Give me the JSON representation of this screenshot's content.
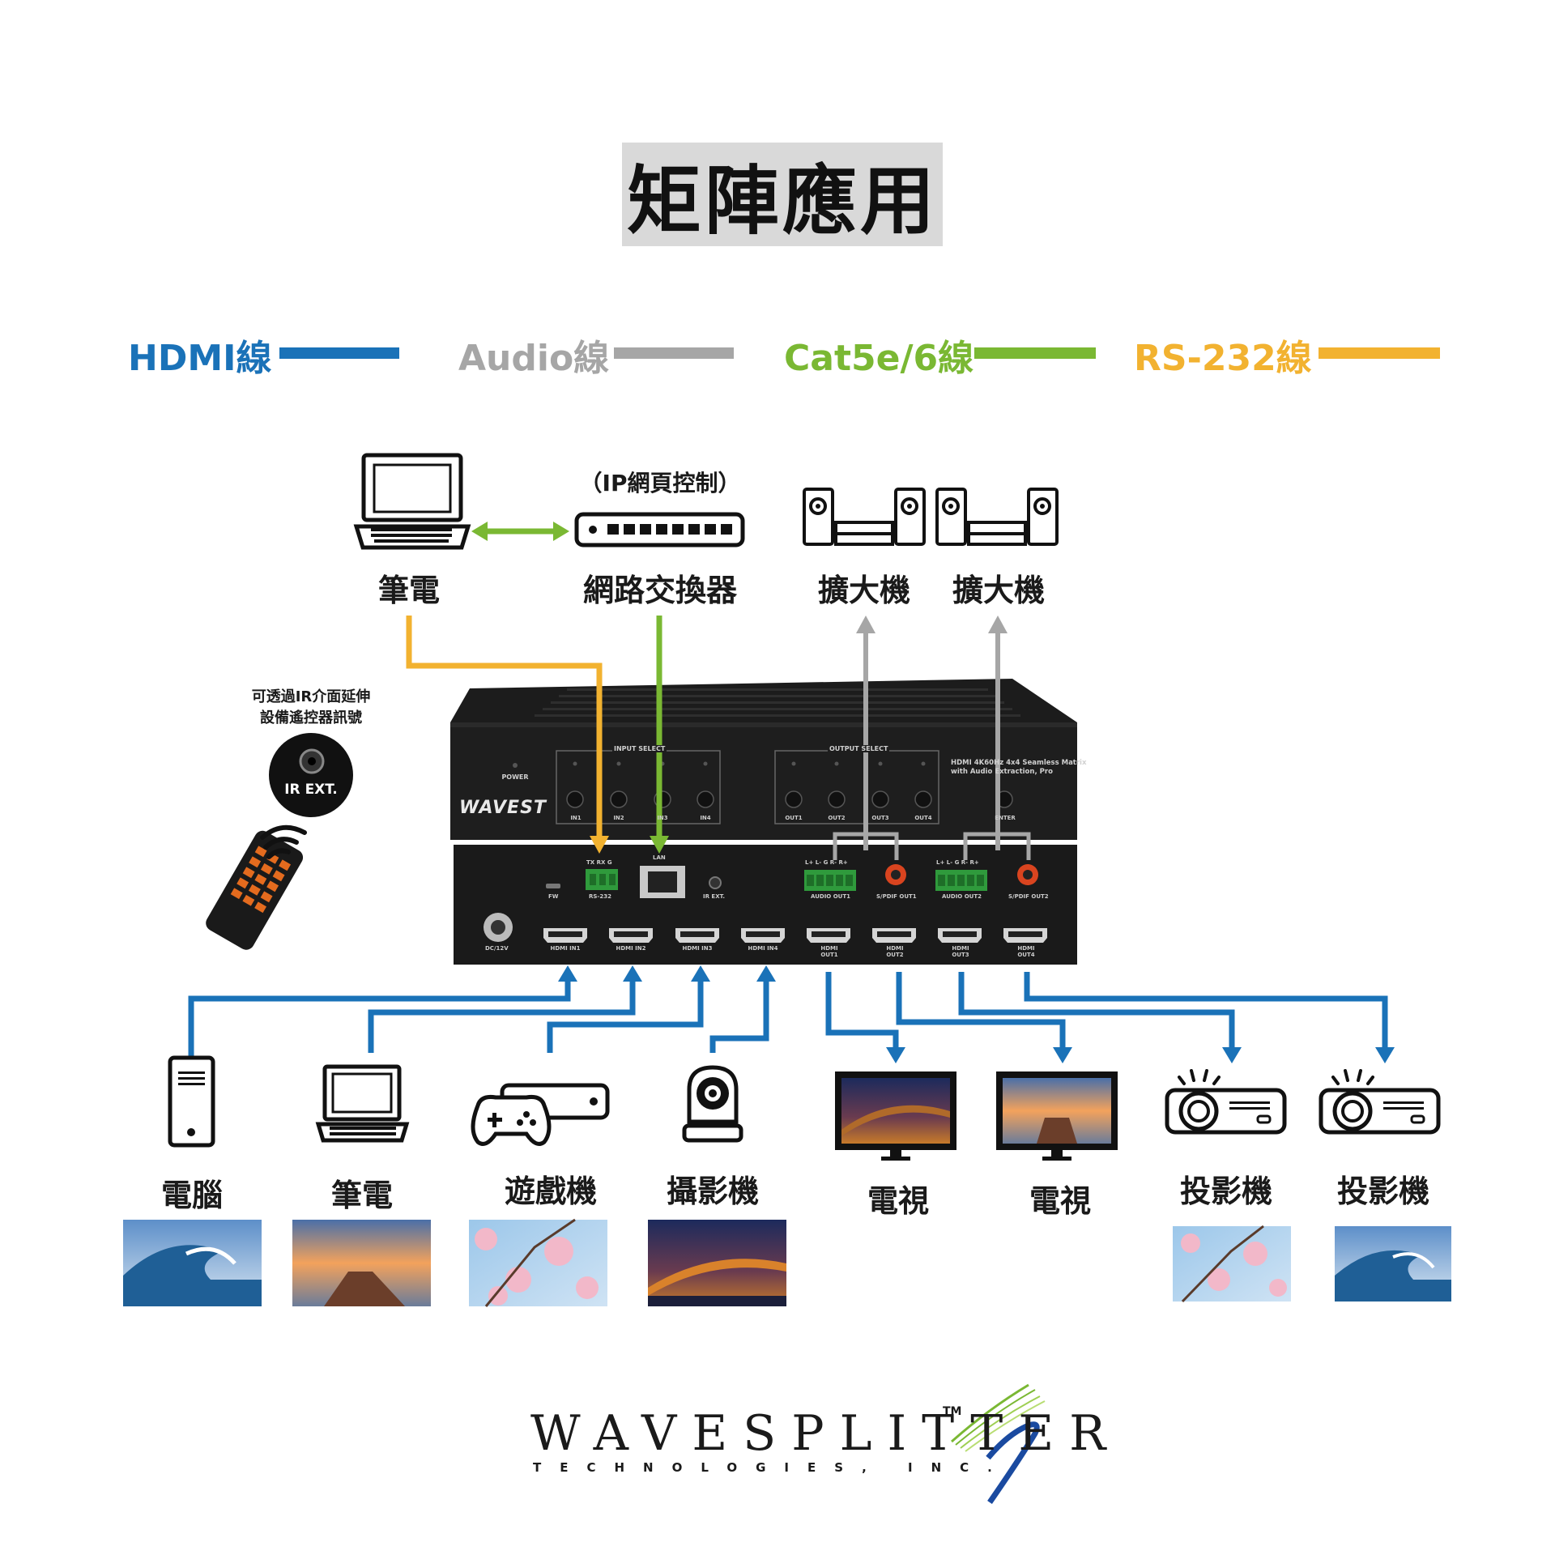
{
  "title": "矩陣應用",
  "legend": [
    {
      "label": "HDMI線",
      "color": "#1a72b8"
    },
    {
      "label": "Audio線",
      "color": "#a6a6a6"
    },
    {
      "label": "Cat5e/6線",
      "color": "#7ab833"
    },
    {
      "label": "RS-232線",
      "color": "#f2b230"
    }
  ],
  "top_devices": {
    "laptop": "筆電",
    "switch": "網路交換器",
    "switch_note": "（IP網頁控制）",
    "amp1": "擴大機",
    "amp2": "擴大機"
  },
  "ir_note_line1": "可透過IR介面延伸",
  "ir_note_line2": "設備遙控器訊號",
  "ir_ext": "IR EXT.",
  "device": {
    "brand": "WAVEST",
    "model_line1": "HDMI 4K60Hz 4x4 Seamless Matrix",
    "model_line2": "with Audio Extraction, Pro",
    "power": "POWER",
    "input_select": "INPUT SELECT",
    "output_select": "OUTPUT SELECT",
    "front_inputs": [
      "IN1",
      "IN2",
      "IN3",
      "IN4"
    ],
    "front_outputs": [
      "OUT1",
      "OUT2",
      "OUT3",
      "OUT4"
    ],
    "enter": "ENTER",
    "rs232_pins": "TX RX G",
    "rs232": "RS-232",
    "lan": "LAN",
    "fw": "FW",
    "ir_ext_port": "IR EXT.",
    "audio_pins": "L+ L- G R- R+",
    "audio_out1": "AUDIO OUT1",
    "spdif_out1": "S/PDIF OUT1",
    "audio_out2": "AUDIO OUT2",
    "spdif_out2": "S/PDIF OUT2",
    "dc": "DC/12V",
    "hdmi_ports": [
      "HDMI IN1",
      "HDMI IN2",
      "HDMI IN3",
      "HDMI IN4",
      "HDMI OUT1",
      "HDMI OUT2",
      "HDMI OUT3",
      "HDMI OUT4"
    ]
  },
  "bottom_devices": [
    {
      "label": "電腦"
    },
    {
      "label": "筆電"
    },
    {
      "label": "遊戲機"
    },
    {
      "label": "攝影機"
    },
    {
      "label": "電視"
    },
    {
      "label": "電視"
    },
    {
      "label": "投影機"
    },
    {
      "label": "投影機"
    }
  ],
  "company_name": "WAVESPLITTER",
  "trademark": "TM",
  "company_sub": "TECHNOLOGIES, INC."
}
